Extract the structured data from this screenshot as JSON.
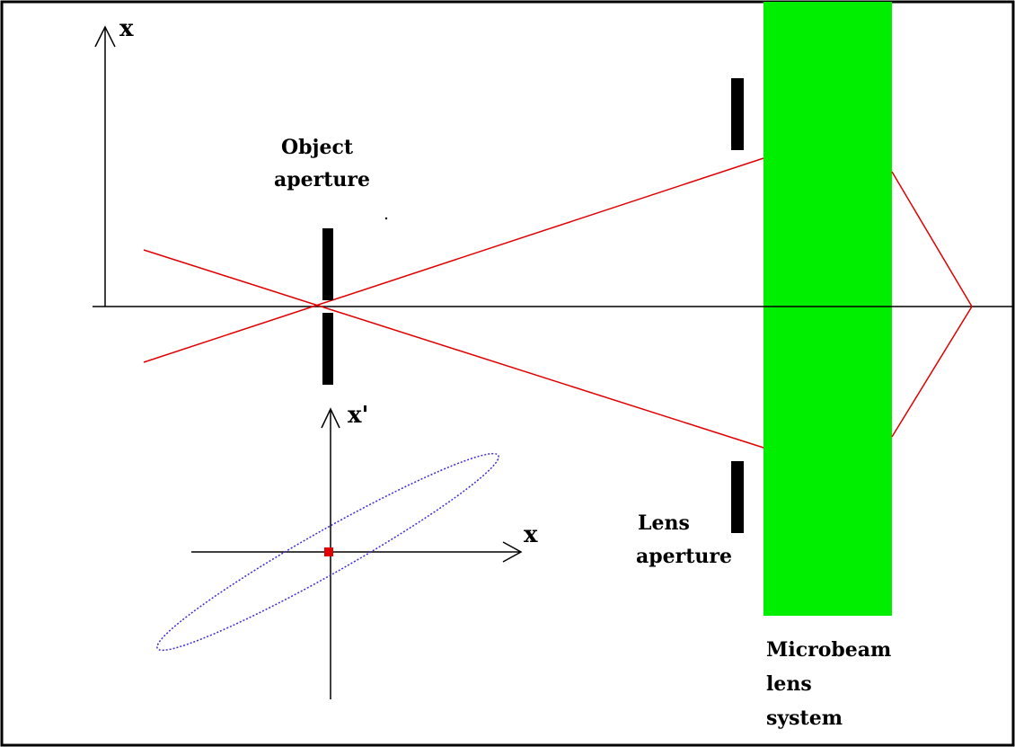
{
  "labels": {
    "x_axis_top": "x",
    "object_aperture": [
      "Object",
      "aperture"
    ],
    "lens_aperture": [
      "Lens",
      "aperture"
    ],
    "lens_system": [
      "Microbeam",
      "lens",
      "system"
    ],
    "phase_x_prime": "x'",
    "phase_x": "x"
  },
  "colors": {
    "background": "#ffffff",
    "frame": "#000000",
    "axis": "#000000",
    "ray": "#e00000",
    "lens_block": "#00ee00",
    "aperture": "#000000",
    "ellipse": "#3a2bd6",
    "origin_marker": "#e00000"
  }
}
